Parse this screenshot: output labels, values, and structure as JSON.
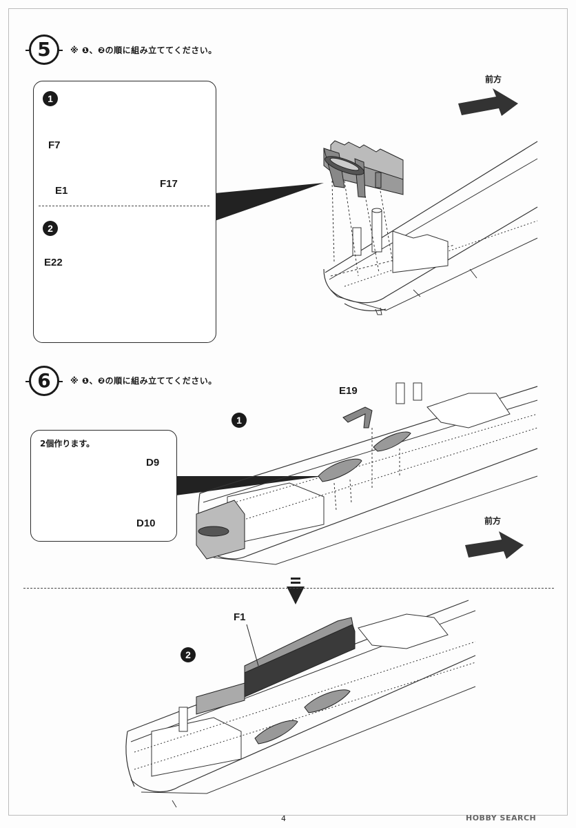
{
  "page": {
    "number": "4"
  },
  "watermark": {
    "text": "HOBBY SEARCH"
  },
  "step5": {
    "number": "5",
    "note": "※ ❶、❷の順に組み立ててください。",
    "sub1": "1",
    "sub2": "2",
    "parts": {
      "f7": "F7",
      "e1": "E1",
      "f17": "F17",
      "e22": "E22"
    },
    "forward": "前方"
  },
  "step6": {
    "number": "6",
    "note": "※ ❶、❷の順に組み立ててください。",
    "sub1": "1",
    "sub2": "2",
    "inset_note": "2個作ります。",
    "parts": {
      "d9": "D9",
      "d10": "D10",
      "e19": "E19",
      "f1": "F1"
    },
    "forward": "前方"
  },
  "colors": {
    "ink": "#1a1a1a",
    "part_gray": "#8c8c8c",
    "deck_line": "#555555"
  }
}
